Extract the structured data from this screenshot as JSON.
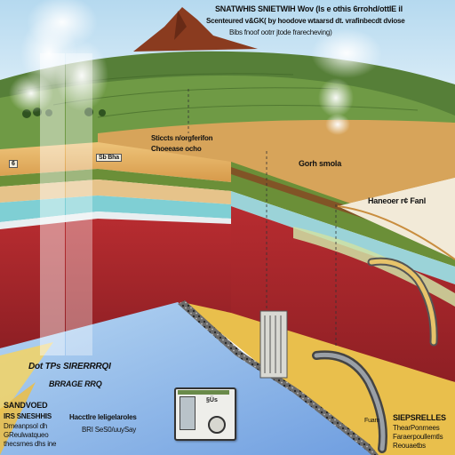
{
  "title_lines": [
    "SNATWHIS SNIETWIH Wov (ls e othis  6rrohd/ottIE il",
    "Scenteured v&GK( by hoodove wtaarsd dt. vrafinbecdt dviose",
    "Bibs fnoof ootrr jtode frarecheving)"
  ],
  "labels": {
    "strata_a": "Sticcts  n/orgferifon",
    "strata_b": "Choeease ocho",
    "box_left": "6",
    "box_right": "Sb Bha",
    "center": "Gorh smola",
    "right_mid": "Haneoer r¢ Fanl",
    "lower_left_a": "Dot TPs SIRERRRQI",
    "lower_left_b": "BRRAGE RRQ",
    "corner_title": "SANDVOED",
    "corner_l1": "IRS SNESHHIS",
    "corner_l2": "Dmeanpsol dh",
    "corner_l3": "GReulwatqueo",
    "corner_l4": "thecsrnes dhs ine",
    "device_a": "Hacctlre leligelaroles",
    "device_b": "BRI SeS0/uuySay",
    "device_tag": "§Üs",
    "br_small": "Fuam",
    "br_title": "SIEPSRELLES",
    "br_l1": "ThearPonrnees",
    "br_l2": "Faraerpoullemtls",
    "br_l3": "Reouaetbs"
  },
  "colors": {
    "sky": "#cfe6f4",
    "grass": "#4e7a35",
    "topsoil": "#e5b86a",
    "clay": "#c98d3e",
    "aquifer": "#7fcfd4",
    "rock": "#a7262c",
    "water": "#8fb8e6",
    "mountain": "#8a3b1f"
  }
}
